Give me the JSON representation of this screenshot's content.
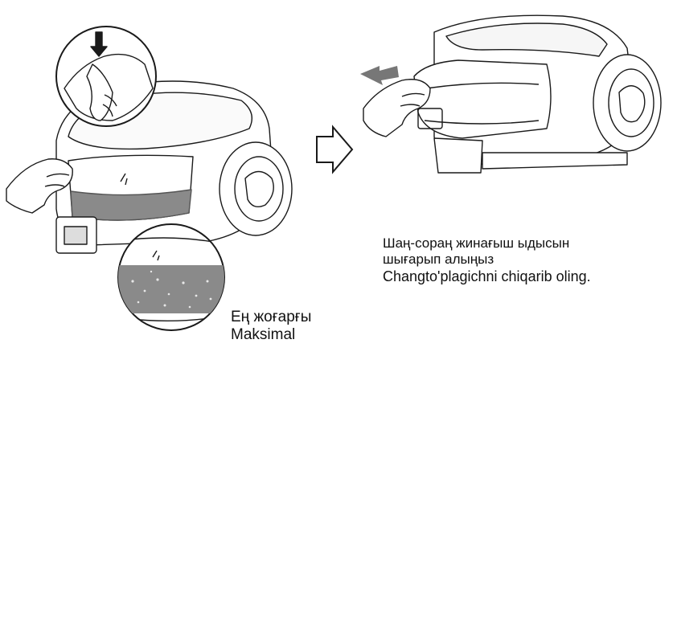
{
  "captions": {
    "remove_container": {
      "kazakh_line1": "Шаң-сораң жинағыш ыдысын",
      "kazakh_line2": "шығарып алыңыз",
      "uzbek": "Changto'plagichni chiqarib oling."
    },
    "maximum_level": {
      "kazakh": "Ең жоғарғы",
      "uzbek": "Maksimal"
    }
  },
  "colors": {
    "line": "#1a1a1a",
    "dust_band": "#8a8a8a",
    "dust_dark": "#3a3a3a",
    "arrow_fill": "#777777"
  },
  "icons": [
    "hollow-arrow-right-icon",
    "hollow-arrow-down-icon",
    "hollow-arrow-left-icon",
    "pull-arrow-icon",
    "lift-arrow-icon"
  ]
}
